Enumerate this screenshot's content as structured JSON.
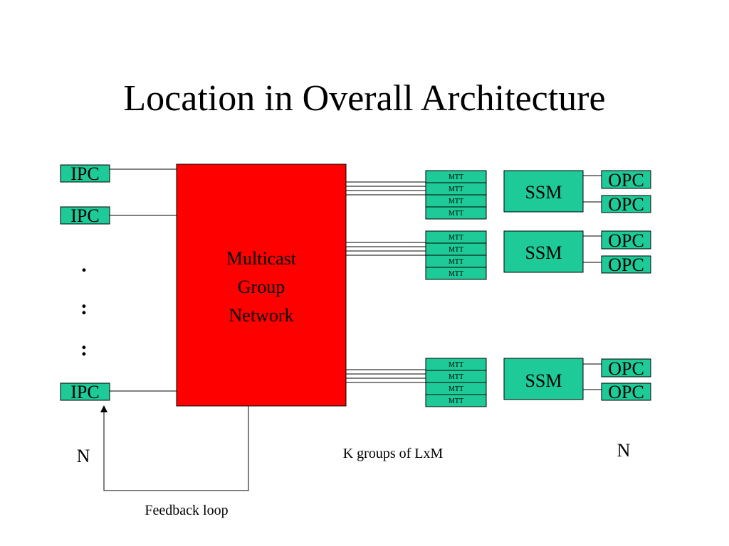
{
  "slide": {
    "title": "Location in Overall Architecture"
  },
  "colors": {
    "box_fill": "#1ecb98",
    "network_fill": "#ff0000",
    "line": "#000000",
    "background": "#ffffff"
  },
  "inputs": {
    "ipc_labels": [
      "IPC",
      "IPC",
      "IPC"
    ],
    "ellipsis": [
      ".",
      ":",
      ":"
    ],
    "count_label": "N"
  },
  "network": {
    "lines": [
      "Multicast",
      "Group",
      "Network"
    ]
  },
  "groups": [
    {
      "mtt_labels": [
        "MTT",
        "MTT",
        "MTT",
        "MTT"
      ],
      "ssm_label": "SSM",
      "opc_labels": [
        "OPC",
        "OPC"
      ]
    },
    {
      "mtt_labels": [
        "MTT",
        "MTT",
        "MTT",
        "MTT"
      ],
      "ssm_label": "SSM",
      "opc_labels": [
        "OPC",
        "OPC"
      ]
    },
    {
      "mtt_labels": [
        "MTT",
        "MTT",
        "MTT",
        "MTT"
      ],
      "ssm_label": "SSM",
      "opc_labels": [
        "OPC",
        "OPC"
      ]
    }
  ],
  "notes": {
    "k_groups": "K groups of LxM",
    "output_count": "N",
    "feedback": "Feedback loop"
  }
}
